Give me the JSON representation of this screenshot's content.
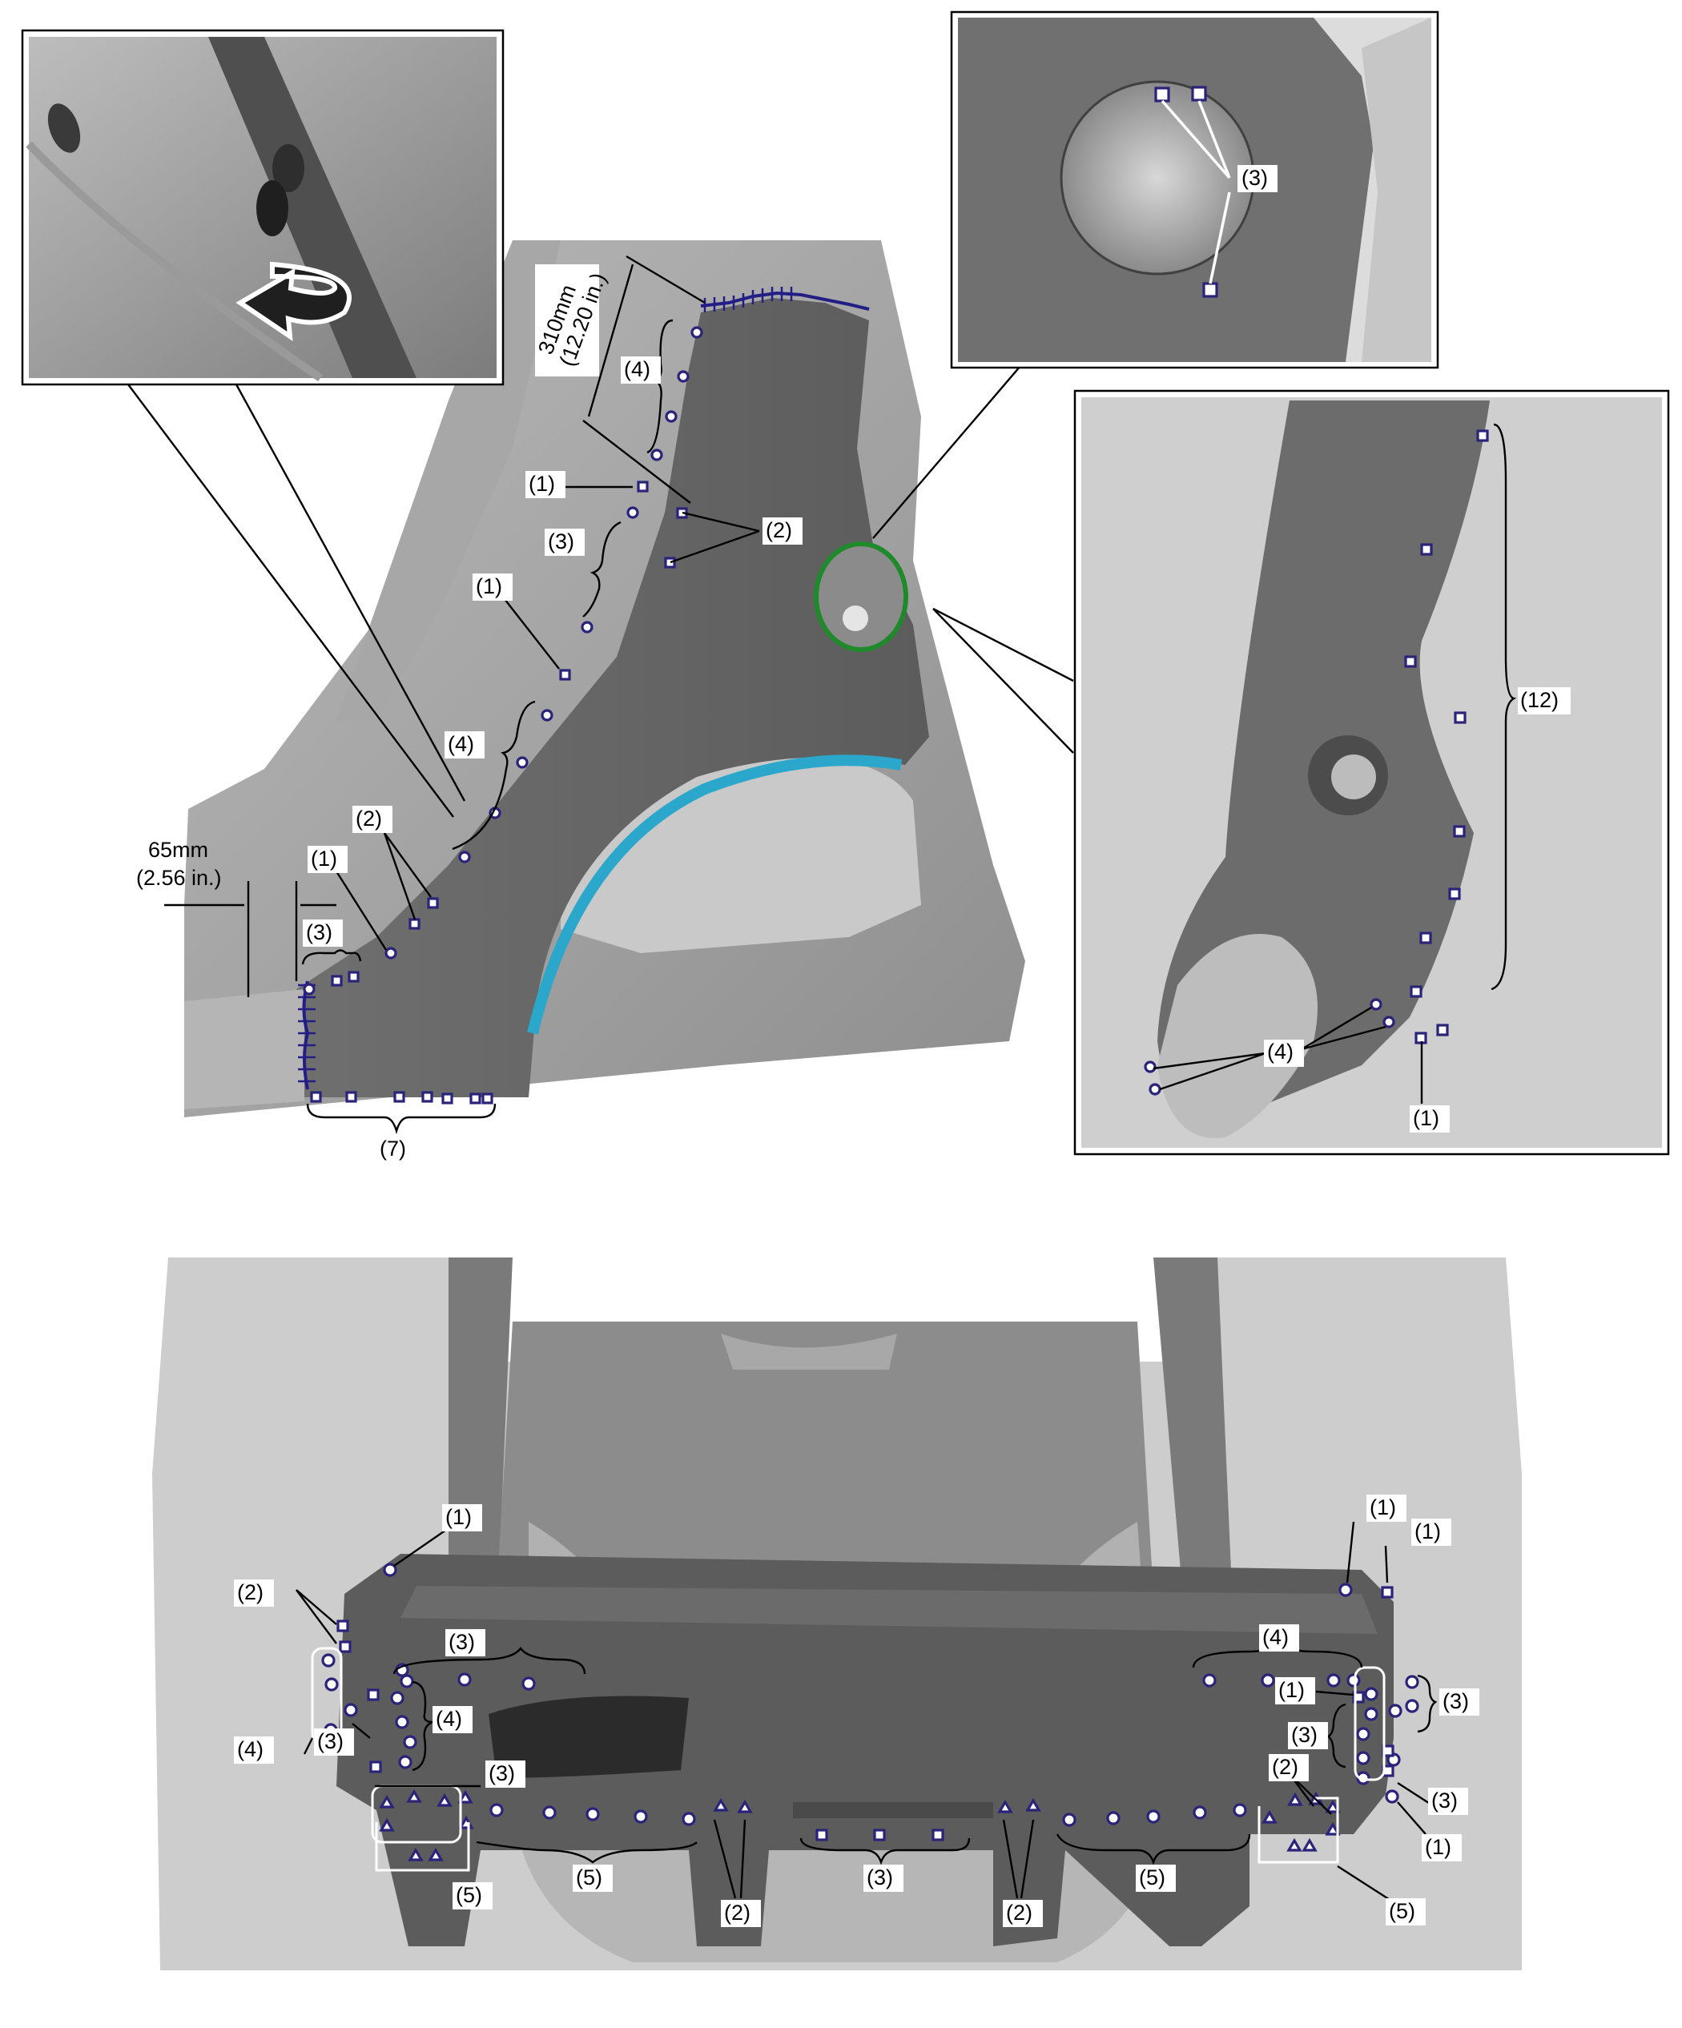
{
  "dimensions": {
    "top_height": "310mm",
    "top_height_in": "(12.20 in.)",
    "left_width": "65mm",
    "left_width_in": "(2.56 in.)"
  },
  "side_view_labels": {
    "l1a": "(1)",
    "l1b": "(1)",
    "l1c": "(1)",
    "l2a": "(2)",
    "l2b": "(2)",
    "l3a": "(3)",
    "l3b": "(3)",
    "l4a": "(4)",
    "l4b": "(4)",
    "l7": "(7)"
  },
  "inset_fuel": {
    "l3": "(3)"
  },
  "inset_rear": {
    "l12": "(12)",
    "l4": "(4)",
    "l1": "(1)"
  },
  "rear_view_labels": {
    "l1_left": "(1)",
    "l2_left": "(2)",
    "l3_left_top": "(3)",
    "l4_left": "(4)",
    "l4_left_outer": "(4)",
    "l3_left_mid": "(3)",
    "l3_left_box": "(3)",
    "l5_left": "(5)",
    "l5_center_left": "(5)",
    "l2_center_left": "(2)",
    "l3_center": "(3)",
    "l2_center_right": "(2)",
    "l5_center_right": "(5)",
    "l1_right_a": "(1)",
    "l1_right_b": "(1)",
    "l4_right": "(4)",
    "l1_right_c": "(1)",
    "l3_right_outer": "(3)",
    "l3_right_inner": "(3)",
    "l2_right": "(2)",
    "l3_right_low": "(3)",
    "l1_right_d": "(1)",
    "l5_right": "(5)"
  }
}
